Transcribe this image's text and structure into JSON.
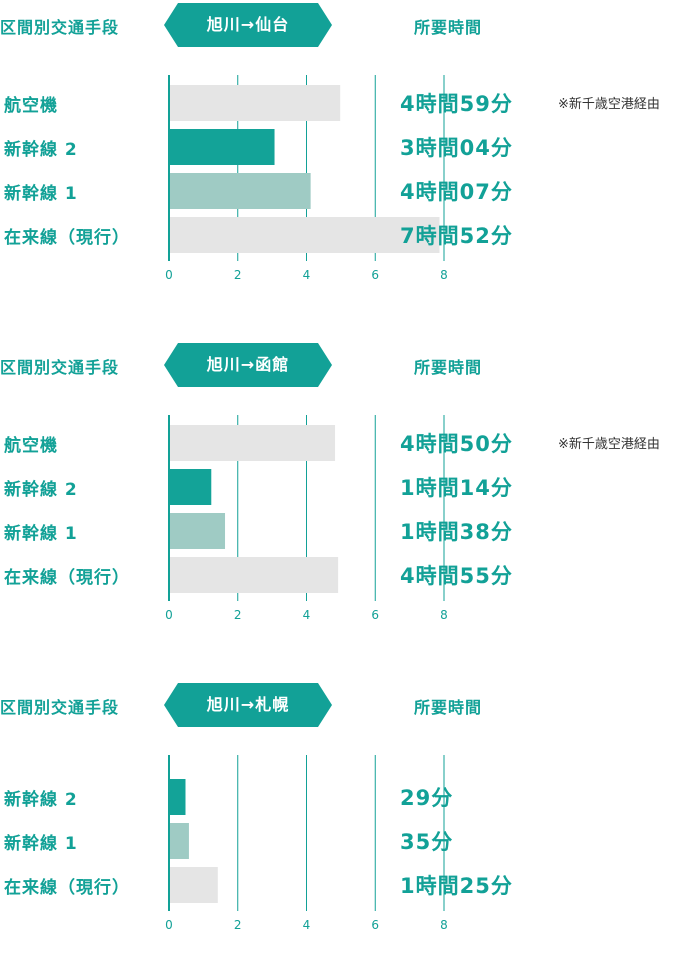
{
  "colors": {
    "accent": "#12a197",
    "bar_teal": "#13a398",
    "bar_light_teal": "#9fcbc4",
    "bar_gray": "#e5e5e5",
    "note_text": "#333333"
  },
  "header_left": "区間別交通手段",
  "header_right": "所要時間",
  "chart_data": [
    {
      "type": "bar",
      "orientation": "horizontal",
      "title": "旭川→仙台",
      "categories": [
        "航空機",
        "新幹線 2",
        "新幹線 1",
        "在来線（現行）"
      ],
      "values": [
        4.98,
        3.07,
        4.12,
        7.87
      ],
      "times": [
        "4時間59分",
        "3時間04分",
        "4時間07分",
        "7時間52分"
      ],
      "bar_colors": [
        "#e5e5e5",
        "#13a398",
        "#9fcbc4",
        "#e5e5e5"
      ],
      "note": "※新千歳空港経由",
      "note_row": 0,
      "xlim": [
        0,
        8
      ],
      "xticks": [
        "0",
        "2",
        "4",
        "6",
        "8"
      ],
      "grid": true
    },
    {
      "type": "bar",
      "orientation": "horizontal",
      "title": "旭川→函館",
      "categories": [
        "航空機",
        "新幹線 2",
        "新幹線 1",
        "在来線（現行）"
      ],
      "values": [
        4.83,
        1.23,
        1.63,
        4.92
      ],
      "times": [
        "4時間50分",
        "1時間14分",
        "1時間38分",
        "4時間55分"
      ],
      "bar_colors": [
        "#e5e5e5",
        "#13a398",
        "#9fcbc4",
        "#e5e5e5"
      ],
      "note": "※新千歳空港経由",
      "note_row": 0,
      "xlim": [
        0,
        8
      ],
      "xticks": [
        "0",
        "2",
        "4",
        "6",
        "8"
      ],
      "grid": true
    },
    {
      "type": "bar",
      "orientation": "horizontal",
      "title": "旭川→札幌",
      "categories": [
        "新幹線 2",
        "新幹線 1",
        "在来線（現行）"
      ],
      "values": [
        0.48,
        0.58,
        1.42
      ],
      "times": [
        "29分",
        "35分",
        "1時間25分"
      ],
      "bar_colors": [
        "#13a398",
        "#9fcbc4",
        "#e5e5e5"
      ],
      "xlim": [
        0,
        8
      ],
      "xticks": [
        "0",
        "2",
        "4",
        "6",
        "8"
      ],
      "grid": true
    }
  ]
}
